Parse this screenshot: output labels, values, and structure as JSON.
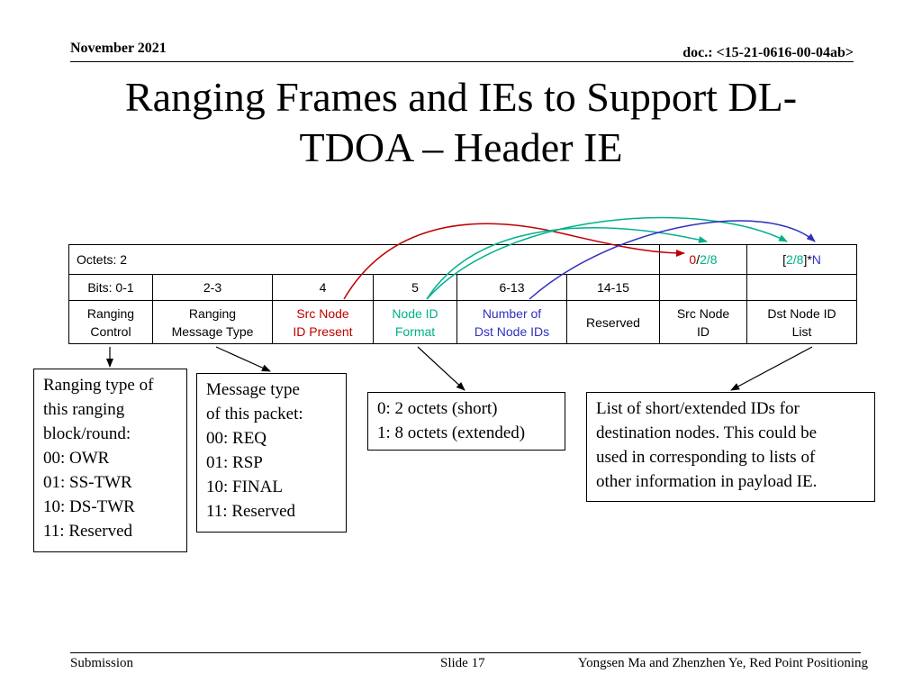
{
  "header": {
    "date": "November 2021",
    "doc": "doc.: <15-21-0616-00-04ab>"
  },
  "title": {
    "line1": "Ranging Frames and IEs to Support DL-",
    "line2": "TDOA – Header IE"
  },
  "table": {
    "octets_label": "Octets: 2",
    "src_octets": {
      "a": "0",
      "sep1": "/",
      "b": "2",
      "sep2": "/",
      "c": "8"
    },
    "dst_octets": {
      "open": "[",
      "a": "2",
      "sep": "/",
      "b": "8",
      "close": "]",
      "star": "*",
      "n": "N"
    },
    "bits": [
      "Bits: 0-1",
      "2-3",
      "4",
      "5",
      "6-13",
      "14-15"
    ],
    "fields": [
      {
        "l1": "Ranging",
        "l2": "Control"
      },
      {
        "l1": "Ranging",
        "l2": "Message Type"
      },
      {
        "l1": "Src Node",
        "l2": "ID Present"
      },
      {
        "l1": "Node ID",
        "l2": "Format"
      },
      {
        "l1": "Number of",
        "l2": "Dst Node IDs"
      },
      {
        "l1": "Reserved"
      },
      {
        "l1": "Src Node",
        "l2": "ID"
      },
      {
        "l1": "Dst Node ID",
        "l2": "List"
      }
    ]
  },
  "notes": {
    "ranging_control": [
      "Ranging type of",
      "this ranging",
      "block/round:",
      "00: OWR",
      "01: SS-TWR",
      "10: DS-TWR",
      "11: Reserved"
    ],
    "message_type": [
      "Message type",
      "of this packet:",
      "00: REQ",
      "01: RSP",
      "10: FINAL",
      "11: Reserved"
    ],
    "node_id_format": [
      "0: 2 octets (short)",
      "1: 8 octets (extended)"
    ],
    "dst_list": [
      "List of short/extended IDs for",
      "destination nodes. This could be",
      "used in corresponding to lists of",
      "other information in payload IE."
    ]
  },
  "colors": {
    "red": "#c00000",
    "green": "#00b08a",
    "blue": "#3030c0"
  },
  "footer": {
    "left": "Submission",
    "center": "Slide 17",
    "right": "Yongsen Ma and Zhenzhen Ye, Red Point Positioning"
  }
}
